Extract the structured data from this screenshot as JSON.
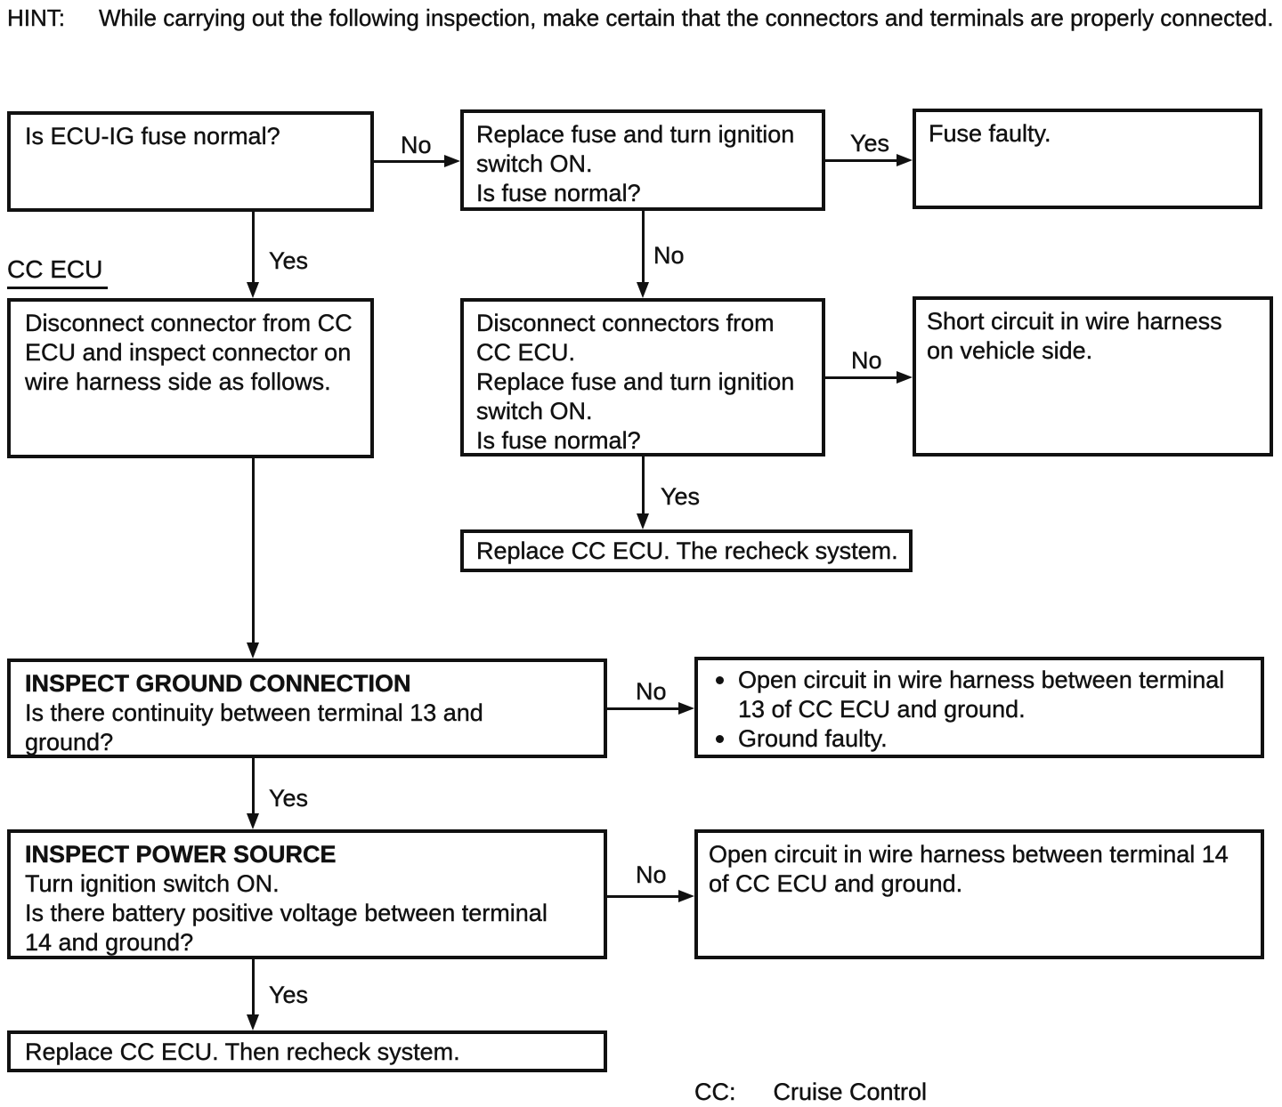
{
  "hint": {
    "label": "HINT:",
    "text": "While carrying out the following inspection, make certain that the connectors and terminals are properly connected."
  },
  "section_label": "CC ECU",
  "edge_labels": {
    "yes": "Yes",
    "no": "No"
  },
  "legend": {
    "abbr": "CC:",
    "meaning": "Cruise Control"
  },
  "colors": {
    "ink": "#111111",
    "paper": "#ffffff"
  },
  "nodes": {
    "fuse_normal": {
      "text": "Is ECU-IG fuse normal?"
    },
    "replace_fuse": {
      "lines": [
        "Replace fuse and turn ignition switch ON.",
        "Is fuse normal?"
      ]
    },
    "fuse_faulty": {
      "text": "Fuse faulty."
    },
    "disconnect_inspect": {
      "text": "Disconnect connector from CC ECU and inspect connector on wire harness side as follows."
    },
    "disconnect_replace": {
      "lines": [
        "Disconnect connectors from CC ECU.",
        "Replace fuse and turn ignition switch ON.",
        "Is fuse normal?"
      ]
    },
    "short_circuit": {
      "text": "Short circuit in wire harness on vehicle side."
    },
    "replace_recheck": {
      "text": "Replace CC ECU. The recheck system."
    },
    "inspect_ground": {
      "title": "INSPECT GROUND CONNECTION",
      "text": "Is there continuity between terminal 13 and ground?"
    },
    "open_circuit_13": {
      "bullets": [
        "Open circuit in wire harness between terminal 13 of CC ECU and ground.",
        "Ground faulty."
      ]
    },
    "inspect_power": {
      "title": "INSPECT POWER SOURCE",
      "lines": [
        "Turn ignition switch ON.",
        "Is there battery positive voltage between terminal 14 and ground?"
      ]
    },
    "open_circuit_14": {
      "text": "Open circuit in wire harness between terminal 14 of CC ECU and ground."
    },
    "replace_recheck_final": {
      "text": "Replace CC ECU. Then recheck system."
    }
  }
}
